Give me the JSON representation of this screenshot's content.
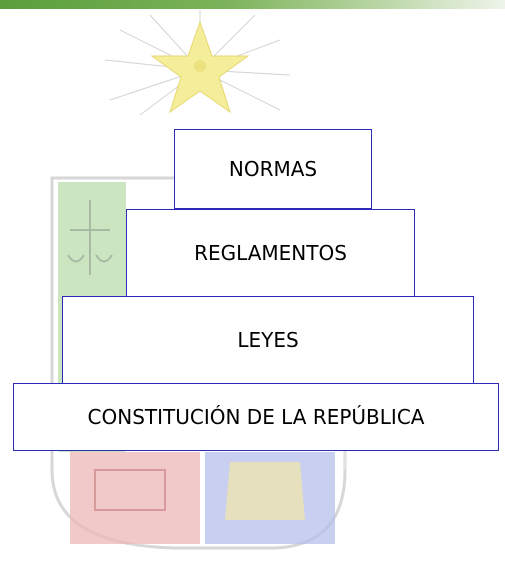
{
  "colors": {
    "border": "#2b2bb8",
    "top_bar": "#5a9e3c",
    "watermark_star": "#f2e98a",
    "watermark_green": "#a9d39a",
    "watermark_red": "#e9a7a7",
    "watermark_blue": "#aab6e6"
  },
  "pyramid": {
    "levels": [
      {
        "label": "NORMAS"
      },
      {
        "label": "REGLAMENTOS"
      },
      {
        "label": "LEYES"
      },
      {
        "label": "CONSTITUCIÓN DE LA REPÚBLICA"
      }
    ]
  },
  "watermark": {
    "icon": "coat-of-arms-icon"
  }
}
